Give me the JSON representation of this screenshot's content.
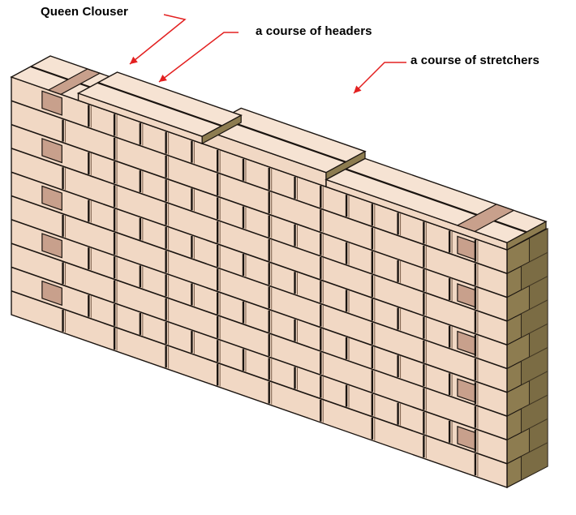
{
  "labels": {
    "queen_closer": "Queen Clouser",
    "headers_course": "a course of headers",
    "stretchers_course": "a course of stretchers"
  },
  "colors": {
    "brick_face": "#f1d8c4",
    "brick_top": "#f6e3d3",
    "closer": "#c8a08c",
    "side_light": "#8d7c50",
    "side_dark": "#6e5f3a",
    "mortar": "#1a1410",
    "leader": "#e32020"
  }
}
